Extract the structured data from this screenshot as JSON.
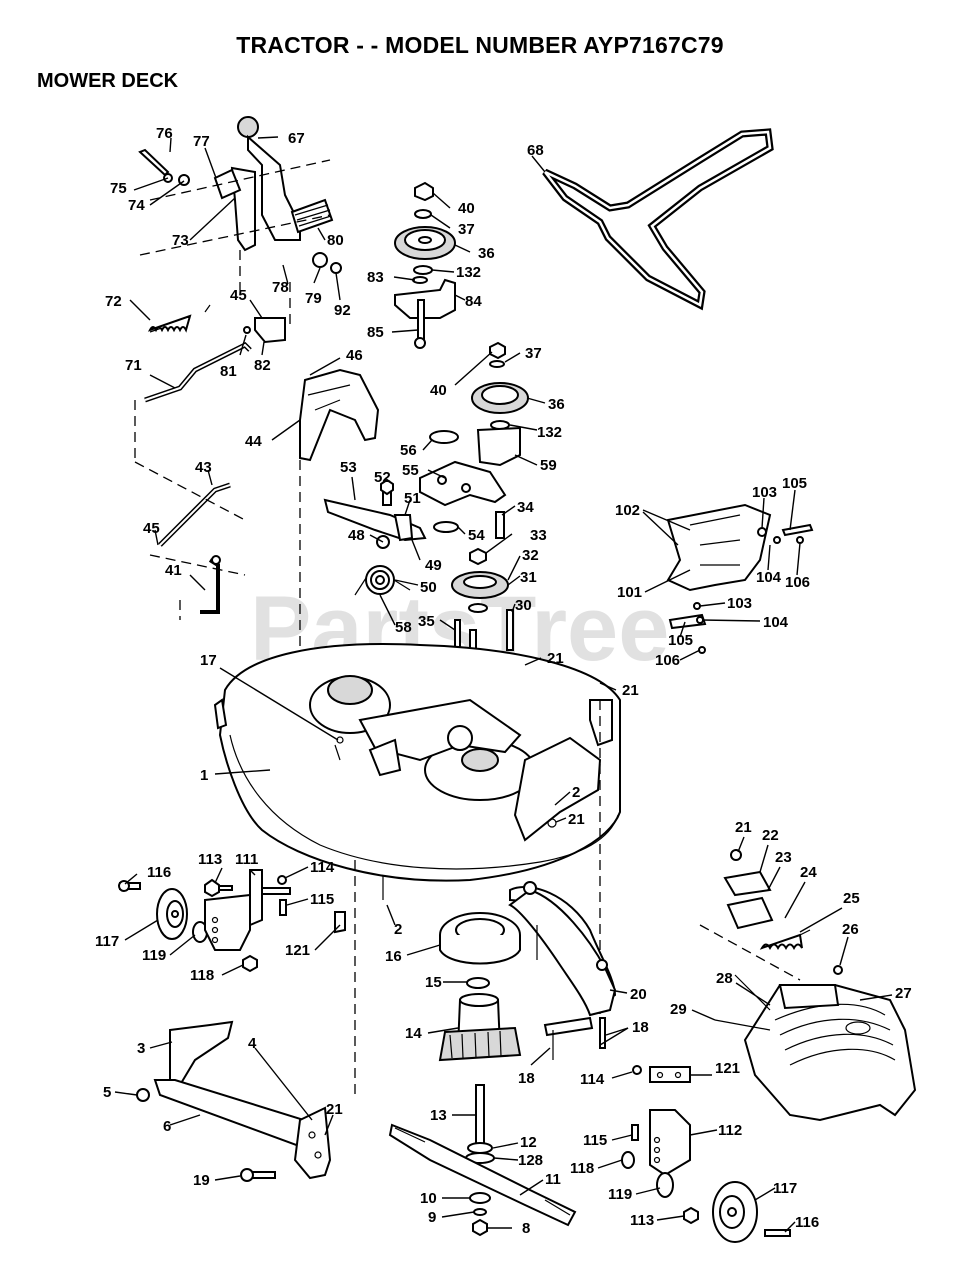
{
  "header": {
    "title": "TRACTOR - - MODEL NUMBER AYP7167C79",
    "section": "MOWER DECK"
  },
  "watermark": "PartsTree",
  "callouts": [
    {
      "id": "76",
      "label": "76"
    },
    {
      "id": "77",
      "label": "77"
    },
    {
      "id": "67",
      "label": "67"
    },
    {
      "id": "75",
      "label": "75"
    },
    {
      "id": "74",
      "label": "74"
    },
    {
      "id": "80",
      "label": "80"
    },
    {
      "id": "73",
      "label": "73"
    },
    {
      "id": "78",
      "label": "78"
    },
    {
      "id": "79",
      "label": "79"
    },
    {
      "id": "92",
      "label": "92"
    },
    {
      "id": "72",
      "label": "72"
    },
    {
      "id": "45a",
      "label": "45"
    },
    {
      "id": "81",
      "label": "81"
    },
    {
      "id": "82",
      "label": "82"
    },
    {
      "id": "71",
      "label": "71"
    },
    {
      "id": "68",
      "label": "68"
    },
    {
      "id": "40a",
      "label": "40"
    },
    {
      "id": "37a",
      "label": "37"
    },
    {
      "id": "36a",
      "label": "36"
    },
    {
      "id": "83",
      "label": "83"
    },
    {
      "id": "132a",
      "label": "132"
    },
    {
      "id": "84",
      "label": "84"
    },
    {
      "id": "85",
      "label": "85"
    },
    {
      "id": "46",
      "label": "46"
    },
    {
      "id": "37b",
      "label": "37"
    },
    {
      "id": "40b",
      "label": "40"
    },
    {
      "id": "36b",
      "label": "36"
    },
    {
      "id": "132b",
      "label": "132"
    },
    {
      "id": "44",
      "label": "44"
    },
    {
      "id": "56",
      "label": "56"
    },
    {
      "id": "59",
      "label": "59"
    },
    {
      "id": "55",
      "label": "55"
    },
    {
      "id": "53",
      "label": "53"
    },
    {
      "id": "52",
      "label": "52"
    },
    {
      "id": "51",
      "label": "51"
    },
    {
      "id": "34",
      "label": "34"
    },
    {
      "id": "43",
      "label": "43"
    },
    {
      "id": "54",
      "label": "54"
    },
    {
      "id": "33",
      "label": "33"
    },
    {
      "id": "48",
      "label": "48"
    },
    {
      "id": "49",
      "label": "49"
    },
    {
      "id": "32",
      "label": "32"
    },
    {
      "id": "45b",
      "label": "45"
    },
    {
      "id": "50",
      "label": "50"
    },
    {
      "id": "31",
      "label": "31"
    },
    {
      "id": "41",
      "label": "41"
    },
    {
      "id": "58",
      "label": "58"
    },
    {
      "id": "35",
      "label": "35"
    },
    {
      "id": "30",
      "label": "30"
    },
    {
      "id": "102",
      "label": "102"
    },
    {
      "id": "103a",
      "label": "103"
    },
    {
      "id": "105a",
      "label": "105"
    },
    {
      "id": "101",
      "label": "101"
    },
    {
      "id": "104a",
      "label": "104"
    },
    {
      "id": "106a",
      "label": "106"
    },
    {
      "id": "103b",
      "label": "103"
    },
    {
      "id": "104b",
      "label": "104"
    },
    {
      "id": "105b",
      "label": "105"
    },
    {
      "id": "106b",
      "label": "106"
    },
    {
      "id": "17",
      "label": "17"
    },
    {
      "id": "21a",
      "label": "21"
    },
    {
      "id": "21b",
      "label": "21"
    },
    {
      "id": "1",
      "label": "1"
    },
    {
      "id": "2a",
      "label": "2"
    },
    {
      "id": "21c",
      "label": "21"
    },
    {
      "id": "21d",
      "label": "21"
    },
    {
      "id": "22",
      "label": "22"
    },
    {
      "id": "23",
      "label": "23"
    },
    {
      "id": "24",
      "label": "24"
    },
    {
      "id": "116a",
      "label": "116"
    },
    {
      "id": "113a",
      "label": "113"
    },
    {
      "id": "111",
      "label": "111"
    },
    {
      "id": "114a",
      "label": "114"
    },
    {
      "id": "115a",
      "label": "115"
    },
    {
      "id": "2b",
      "label": "2"
    },
    {
      "id": "25",
      "label": "25"
    },
    {
      "id": "26",
      "label": "26"
    },
    {
      "id": "117a",
      "label": "117"
    },
    {
      "id": "119a",
      "label": "119"
    },
    {
      "id": "121a",
      "label": "121"
    },
    {
      "id": "16",
      "label": "16"
    },
    {
      "id": "118a",
      "label": "118"
    },
    {
      "id": "27",
      "label": "27"
    },
    {
      "id": "28",
      "label": "28"
    },
    {
      "id": "20",
      "label": "20"
    },
    {
      "id": "15",
      "label": "15"
    },
    {
      "id": "29",
      "label": "29"
    },
    {
      "id": "14",
      "label": "14"
    },
    {
      "id": "18a",
      "label": "18"
    },
    {
      "id": "3",
      "label": "3"
    },
    {
      "id": "4",
      "label": "4"
    },
    {
      "id": "18b",
      "label": "18"
    },
    {
      "id": "114b",
      "label": "114"
    },
    {
      "id": "121b",
      "label": "121"
    },
    {
      "id": "5",
      "label": "5"
    },
    {
      "id": "21e",
      "label": "21"
    },
    {
      "id": "6",
      "label": "6"
    },
    {
      "id": "13",
      "label": "13"
    },
    {
      "id": "115b",
      "label": "115"
    },
    {
      "id": "112",
      "label": "112"
    },
    {
      "id": "12",
      "label": "12"
    },
    {
      "id": "128",
      "label": "128"
    },
    {
      "id": "118b",
      "label": "118"
    },
    {
      "id": "19",
      "label": "19"
    },
    {
      "id": "11",
      "label": "11"
    },
    {
      "id": "117b",
      "label": "117"
    },
    {
      "id": "119b",
      "label": "119"
    },
    {
      "id": "10",
      "label": "10"
    },
    {
      "id": "9",
      "label": "9"
    },
    {
      "id": "113b",
      "label": "113"
    },
    {
      "id": "116b",
      "label": "116"
    },
    {
      "id": "8",
      "label": "8"
    }
  ]
}
